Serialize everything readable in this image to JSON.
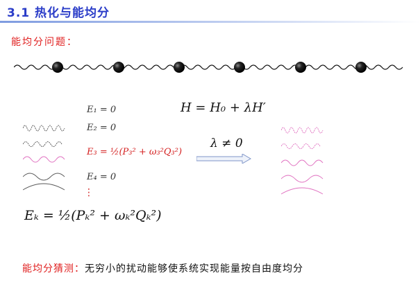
{
  "header": {
    "title": "3.1 热化与能均分"
  },
  "section": {
    "subtitle": "能均分问题："
  },
  "levels": {
    "e1": "E₁ = 0",
    "e2": "E₂ = 0",
    "e3": "E₃ = ½(P₃² + ω₃²Q₃²)",
    "e4": "E₄ = 0",
    "ellipsis": "⋮"
  },
  "hamiltonian": "H = H₀ + λH′",
  "lambda_condition": "λ ≠ 0",
  "energy_formula": "Eₖ = ½(Pₖ² + ωₖ²Qₖ²)",
  "conjecture": {
    "label": "能均分猜测：",
    "text": "无穷小的扰动能够使系统实现能量按自由度均分"
  },
  "colors": {
    "title": "#2a3cc8",
    "highlight": "#e02020",
    "wave_gray": "#555555",
    "wave_pink": "#e070c0",
    "arrow": "#7f95c8"
  }
}
